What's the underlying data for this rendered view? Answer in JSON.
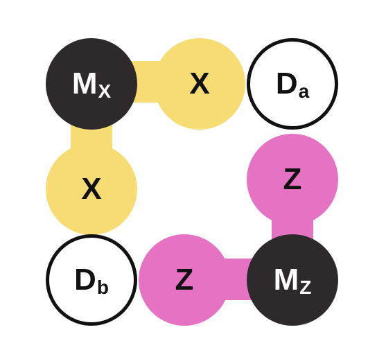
{
  "colors": {
    "measure": "#2e2a2b",
    "x_check": "#f7dc74",
    "z_check": "#e672c4",
    "data_fill": "#ffffff",
    "data_stroke": "#111111"
  },
  "nodes": {
    "mx": {
      "main": "M",
      "sub": "X"
    },
    "x_top": {
      "main": "X"
    },
    "da": {
      "main": "D",
      "sub": "a"
    },
    "x_left": {
      "main": "X"
    },
    "z_right": {
      "main": "Z"
    },
    "db": {
      "main": "D",
      "sub": "b"
    },
    "z_bottom": {
      "main": "Z"
    },
    "mz": {
      "main": "M",
      "sub": "Z"
    }
  }
}
